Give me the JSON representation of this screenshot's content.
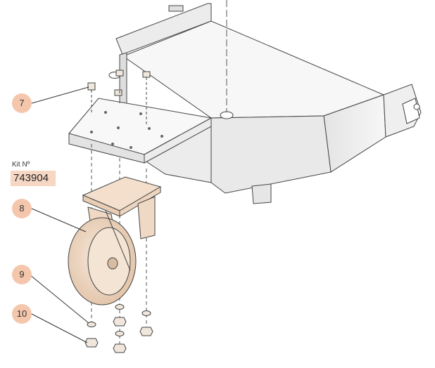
{
  "kit": {
    "label": "Kit Nº",
    "number": "743904"
  },
  "callouts": [
    {
      "id": "7",
      "label": "7"
    },
    {
      "id": "8",
      "label": "8"
    },
    {
      "id": "9",
      "label": "9"
    },
    {
      "id": "10",
      "label": "10"
    }
  ],
  "colors": {
    "callout_fill": "#f4c7ad",
    "kit_fill": "#f6d7c3",
    "wheel_fill": "#f0dcc8",
    "frame_fill": "#f2f2f2",
    "line": "#444444"
  }
}
